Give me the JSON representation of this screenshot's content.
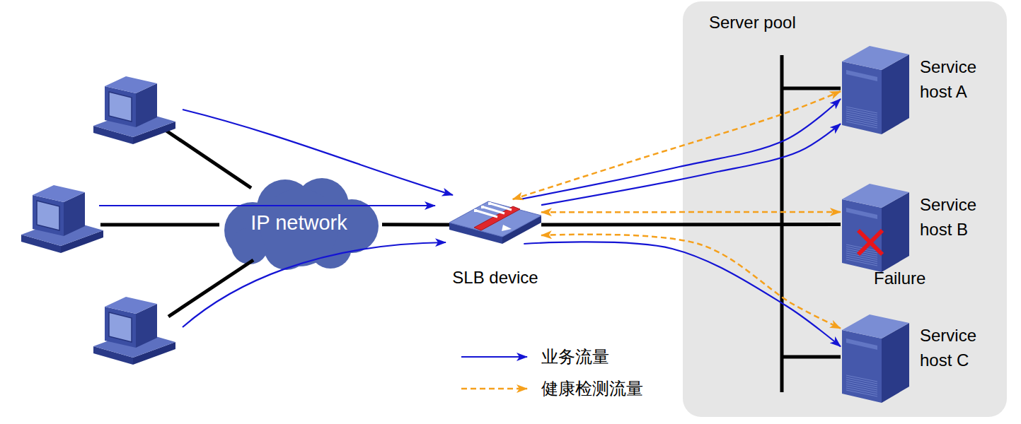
{
  "diagram": {
    "nodes": [
      {
        "text": [
          "IP network"
        ]
      },
      {
        "text": [
          "SLB device"
        ]
      },
      {
        "text": [
          "Server pool"
        ]
      },
      {
        "text": [
          "Service host A"
        ],
        "in": 2
      },
      {
        "text": [
          "Service host B"
        ],
        "in": 2
      },
      {
        "text": [
          "Service host C"
        ],
        "in": 2
      }
    ],
    "edges": [
      {
        "from": 0,
        "to": 1,
        "arrow": "none"
      },
      {
        "from": 1,
        "to": 4,
        "arrow": "none"
      },
      {
        "from": 1,
        "to": 3,
        "arrow": "to"
      },
      {
        "from": 1,
        "to": 3,
        "arrow": "to"
      },
      {
        "from": 1,
        "to": 3,
        "arrow": "both"
      },
      {
        "from": 1,
        "to": 4,
        "arrow": "both"
      },
      {
        "from": 1,
        "to": 5,
        "arrow": "both"
      },
      {
        "from": 1,
        "to": 5,
        "arrow": "to"
      }
    ],
    "labels": [
      "Failure"
    ],
    "legend": [
      {
        "text": "业务流量"
      },
      {
        "text": "健康检测流量"
      }
    ]
  }
}
